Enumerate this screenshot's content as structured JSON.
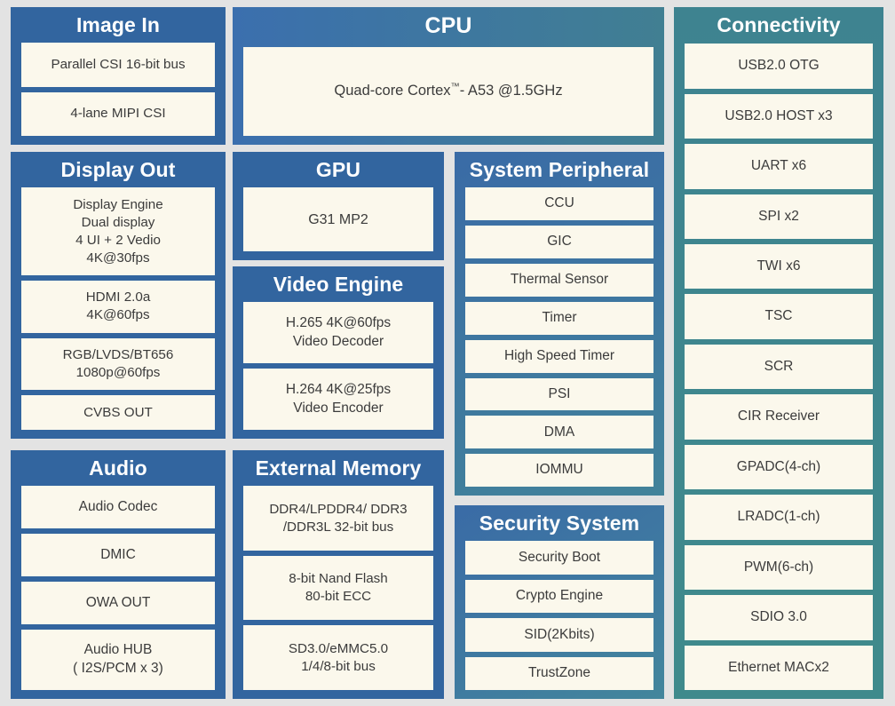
{
  "colors": {
    "background": "#e3e3e3",
    "panel_blue": "#32659F",
    "panel_teal": "#3E8390",
    "panel_gradient_left": "#3B6FAE",
    "panel_gradient_right": "#417F92",
    "item_cream": "#FBF8EC",
    "title_text": "#FFFFFF",
    "item_text": "#3B3B3B"
  },
  "panels": {
    "image_in": {
      "title": "Image In",
      "items": [
        {
          "lines": [
            "Parallel CSI 16-bit bus"
          ]
        },
        {
          "lines": [
            "4-lane MIPI CSI"
          ]
        }
      ]
    },
    "cpu": {
      "title": "CPU",
      "items": [
        {
          "lines": [
            "Quad-core Cortex™- A53 @1.5GHz"
          ]
        }
      ]
    },
    "connectivity": {
      "title": "Connectivity",
      "items": [
        {
          "lines": [
            "USB2.0 OTG"
          ]
        },
        {
          "lines": [
            "USB2.0 HOST x3"
          ]
        },
        {
          "lines": [
            "UART x6"
          ]
        },
        {
          "lines": [
            "SPI x2"
          ]
        },
        {
          "lines": [
            "TWI x6"
          ]
        },
        {
          "lines": [
            "TSC"
          ]
        },
        {
          "lines": [
            "SCR"
          ]
        },
        {
          "lines": [
            "CIR Receiver"
          ]
        },
        {
          "lines": [
            "GPADC(4-ch)"
          ]
        },
        {
          "lines": [
            "LRADC(1-ch)"
          ]
        },
        {
          "lines": [
            "PWM(6-ch)"
          ]
        },
        {
          "lines": [
            "SDIO 3.0"
          ]
        },
        {
          "lines": [
            "Ethernet MACx2"
          ]
        }
      ]
    },
    "display_out": {
      "title": "Display Out",
      "items": [
        {
          "lines": [
            "Display Engine",
            "Dual display",
            "4 UI  + 2 Vedio",
            "4K@30fps"
          ]
        },
        {
          "lines": [
            "HDMI 2.0a",
            "4K@60fps"
          ]
        },
        {
          "lines": [
            "RGB/LVDS/BT656",
            "1080p@60fps"
          ]
        },
        {
          "lines": [
            "CVBS OUT"
          ]
        }
      ]
    },
    "gpu": {
      "title": "GPU",
      "items": [
        {
          "lines": [
            "G31 MP2"
          ]
        }
      ]
    },
    "video_engine": {
      "title": "Video Engine",
      "items": [
        {
          "lines": [
            "H.265 4K@60fps",
            "Video Decoder"
          ]
        },
        {
          "lines": [
            "H.264 4K@25fps",
            "Video Encoder"
          ]
        }
      ]
    },
    "system_peripheral": {
      "title": "System Peripheral",
      "items": [
        {
          "lines": [
            "CCU"
          ]
        },
        {
          "lines": [
            "GIC"
          ]
        },
        {
          "lines": [
            "Thermal Sensor"
          ]
        },
        {
          "lines": [
            "Timer"
          ]
        },
        {
          "lines": [
            "High Speed Timer"
          ]
        },
        {
          "lines": [
            "PSI"
          ]
        },
        {
          "lines": [
            "DMA"
          ]
        },
        {
          "lines": [
            "IOMMU"
          ]
        }
      ]
    },
    "audio": {
      "title": "Audio",
      "items": [
        {
          "lines": [
            "Audio Codec"
          ]
        },
        {
          "lines": [
            "DMIC"
          ]
        },
        {
          "lines": [
            "OWA OUT"
          ]
        },
        {
          "lines": [
            "Audio HUB",
            "( I2S/PCM x 3)"
          ]
        }
      ]
    },
    "external_memory": {
      "title": "External Memory",
      "items": [
        {
          "lines": [
            "DDR4/LPDDR4/ DDR3",
            "/DDR3L 32-bit bus"
          ]
        },
        {
          "lines": [
            "8-bit Nand Flash",
            "80-bit ECC"
          ]
        },
        {
          "lines": [
            "SD3.0/eMMC5.0",
            "1/4/8-bit bus"
          ]
        }
      ]
    },
    "security_system": {
      "title": "Security System",
      "items": [
        {
          "lines": [
            "Security Boot"
          ]
        },
        {
          "lines": [
            "Crypto Engine"
          ]
        },
        {
          "lines": [
            "SID(2Kbits)"
          ]
        },
        {
          "lines": [
            "TrustZone"
          ]
        }
      ]
    }
  }
}
